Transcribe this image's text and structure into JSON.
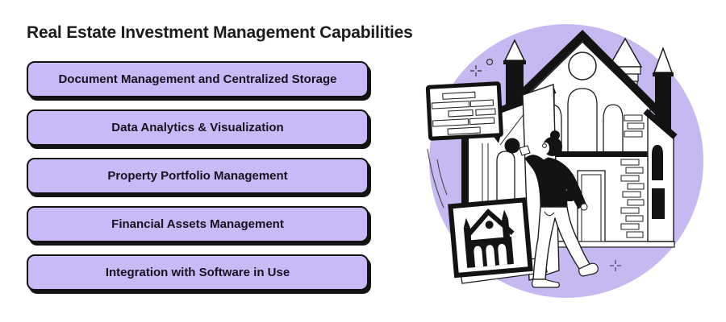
{
  "title": "Real Estate Investment Management Capabilities",
  "capabilities": [
    "Document Management and Centralized Storage",
    "Data Analytics & Visualization",
    "Property Portfolio Management",
    "Financial Assets Management",
    "Integration with Software in Use"
  ],
  "colors": {
    "accent": "#c9b9f6",
    "outline": "#131313",
    "circle_bg": "#c6b8f0",
    "ink": "#1d1c1c",
    "page_bg": "#ffffff"
  },
  "illustration": {
    "name": "person-inspecting-house-illustration",
    "elements": [
      "purple-circle-background",
      "house-with-cone-towers",
      "whiteboard-text-sign",
      "person-with-paint-pad",
      "framed-house-picture",
      "brick-wall-detail",
      "sparkle-decorations"
    ]
  }
}
